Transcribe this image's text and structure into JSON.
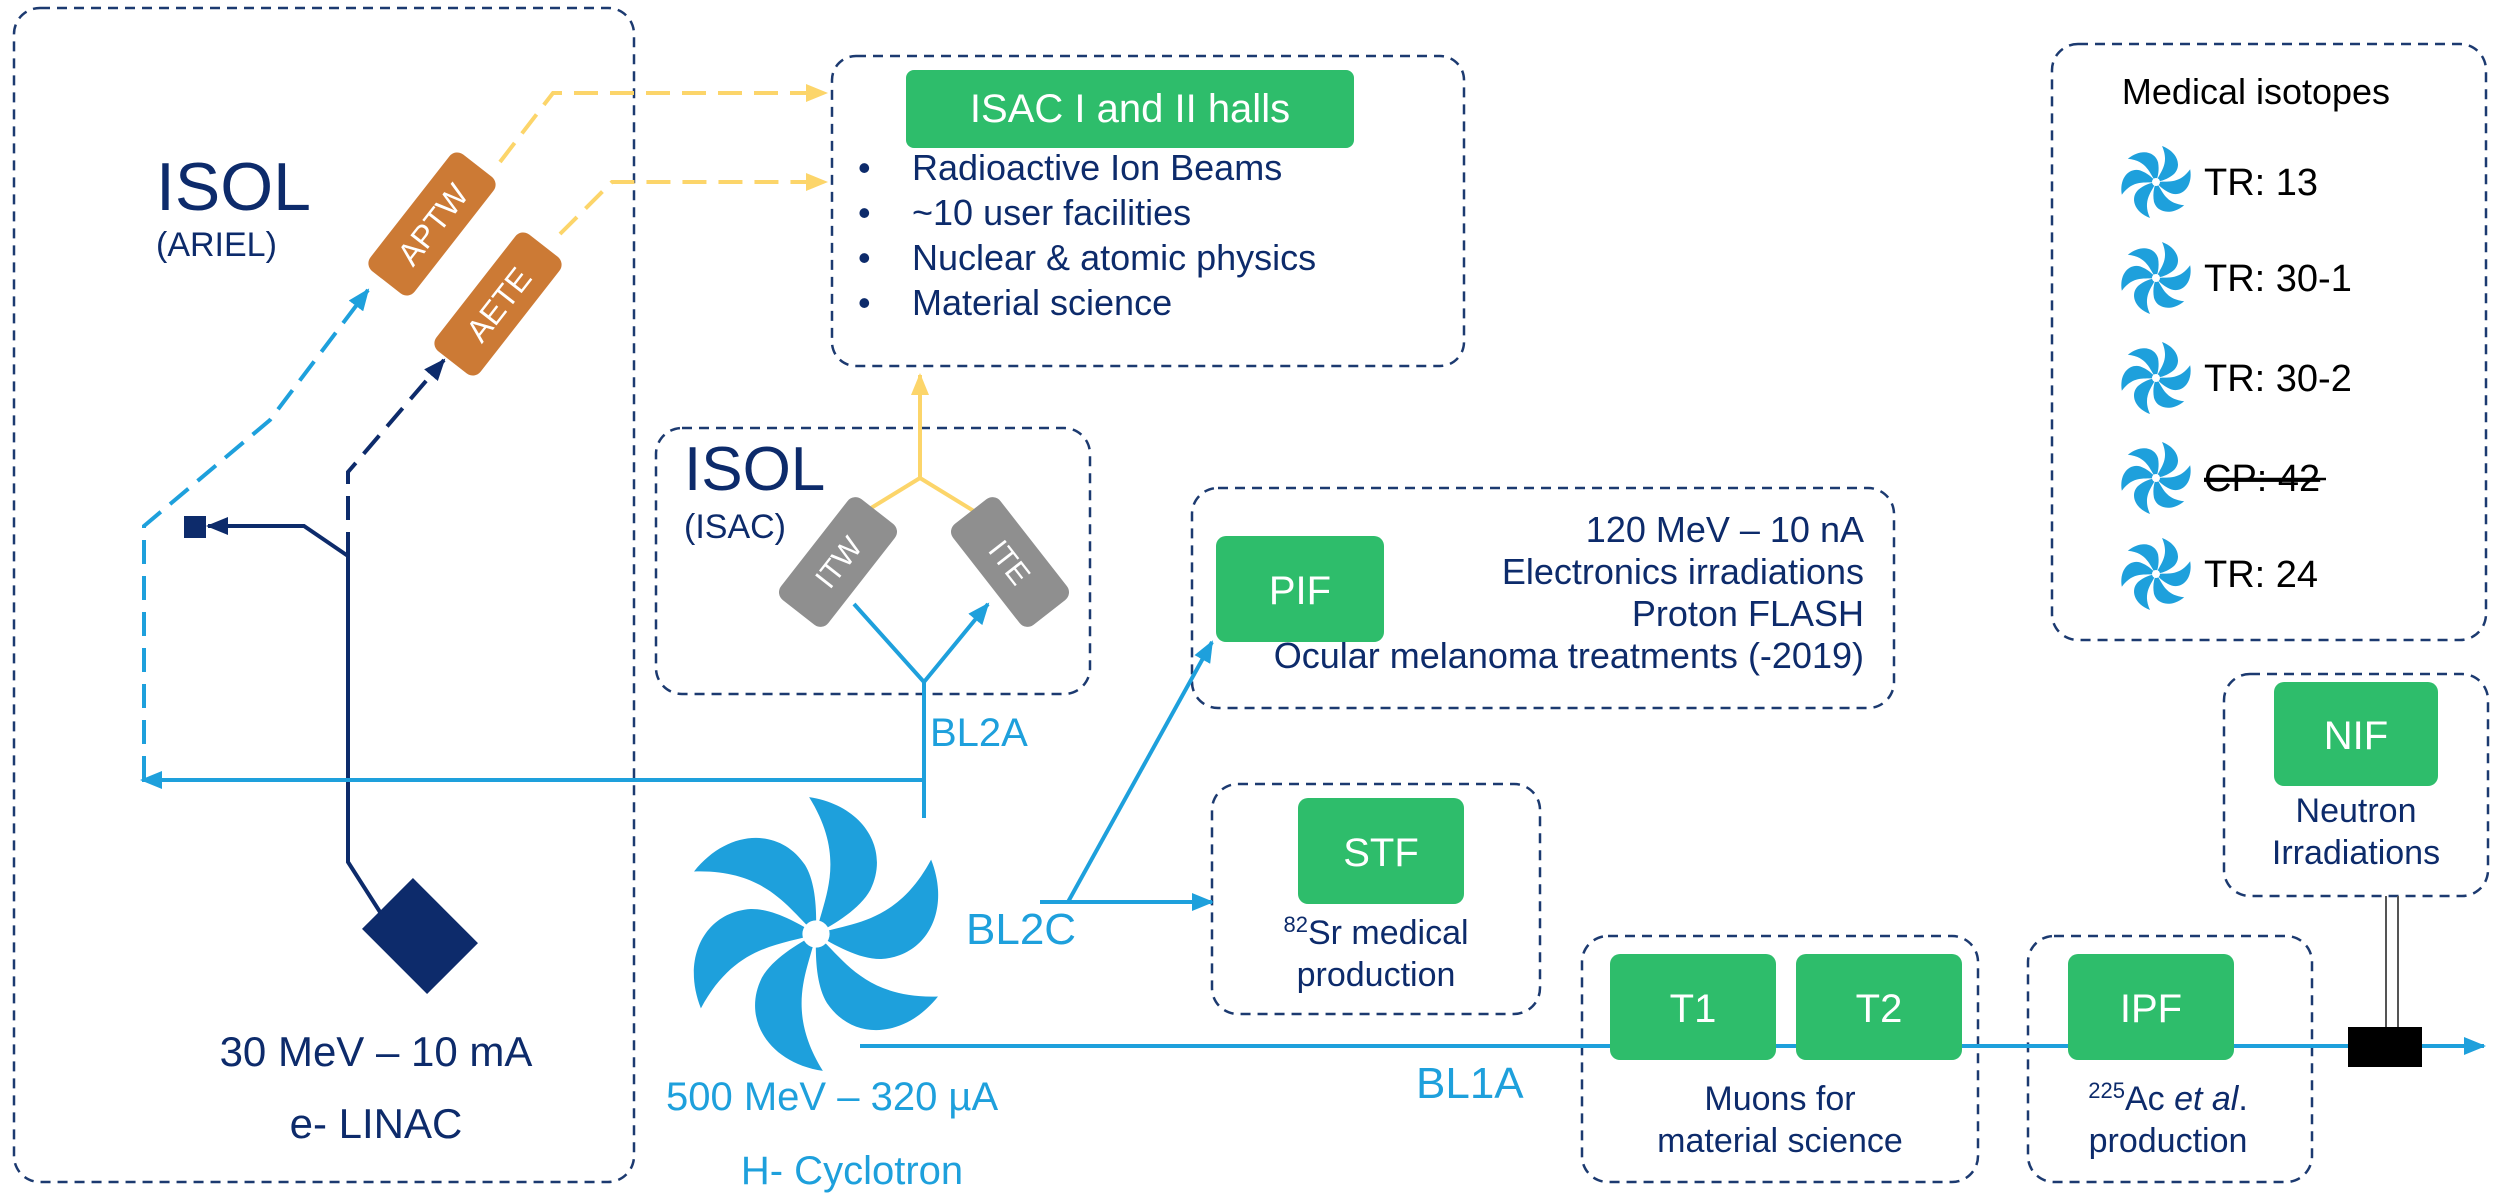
{
  "colors": {
    "navy": "#0d2b6b",
    "beam_blue": "#1ea0dc",
    "target_orange": "#cc7a35",
    "target_gray": "#8f8f8f",
    "facility_green": "#2ebd6b",
    "isac_yellow": "#fcd56a",
    "box_border": "#1c3a70"
  },
  "ariel": {
    "title": "ISOL",
    "subtitle": "(ARIEL)"
  },
  "isac_targets": {
    "title": "ISOL",
    "subtitle": "(ISAC)",
    "itw": "ITW",
    "ite": "ITE"
  },
  "ariel_targets": {
    "aptw": "APTW",
    "aete": "AETE"
  },
  "linac": {
    "energy": "30 MeV – 10 mA",
    "name": "e- LINAC"
  },
  "cyclotron": {
    "energy": "500 MeV – 320 µA",
    "name": "H- Cyclotron"
  },
  "beamlines": {
    "bl2a": "BL2A",
    "bl2c": "BL2C",
    "bl1a": "BL1A"
  },
  "isac_halls": {
    "title": "ISAC I and II halls",
    "bullets": [
      "Radioactive Ion Beams",
      "~10 user facilities",
      "Nuclear & atomic physics",
      "Material science"
    ]
  },
  "pif": {
    "label": "PIF",
    "lines": [
      "120 MeV – 10 nA",
      "Electronics irradiations",
      "Proton FLASH",
      "Ocular melanoma treatments (-2019)"
    ]
  },
  "stf": {
    "label": "STF",
    "isotope_mass": "82",
    "line1_rest": "Sr medical",
    "line2": "production"
  },
  "muons": {
    "t1": "T1",
    "t2": "T2",
    "line1": "Muons for",
    "line2": "material science"
  },
  "ipf": {
    "label": "IPF",
    "isotope_mass": "225",
    "line1_mid": "Ac ",
    "line1_italic": "et al",
    "line1_end": ".",
    "line2": "production"
  },
  "nif": {
    "label": "NIF",
    "line1": "Neutron",
    "line2": "Irradiations"
  },
  "medical": {
    "title": "Medical isotopes",
    "cyclotrons": [
      {
        "label": "TR: 13",
        "decommissioned": false
      },
      {
        "label": "TR: 30-1",
        "decommissioned": false
      },
      {
        "label": "TR: 30-2",
        "decommissioned": false
      },
      {
        "label": "CP: 42",
        "decommissioned": true
      },
      {
        "label": "TR: 24",
        "decommissioned": false
      }
    ]
  }
}
